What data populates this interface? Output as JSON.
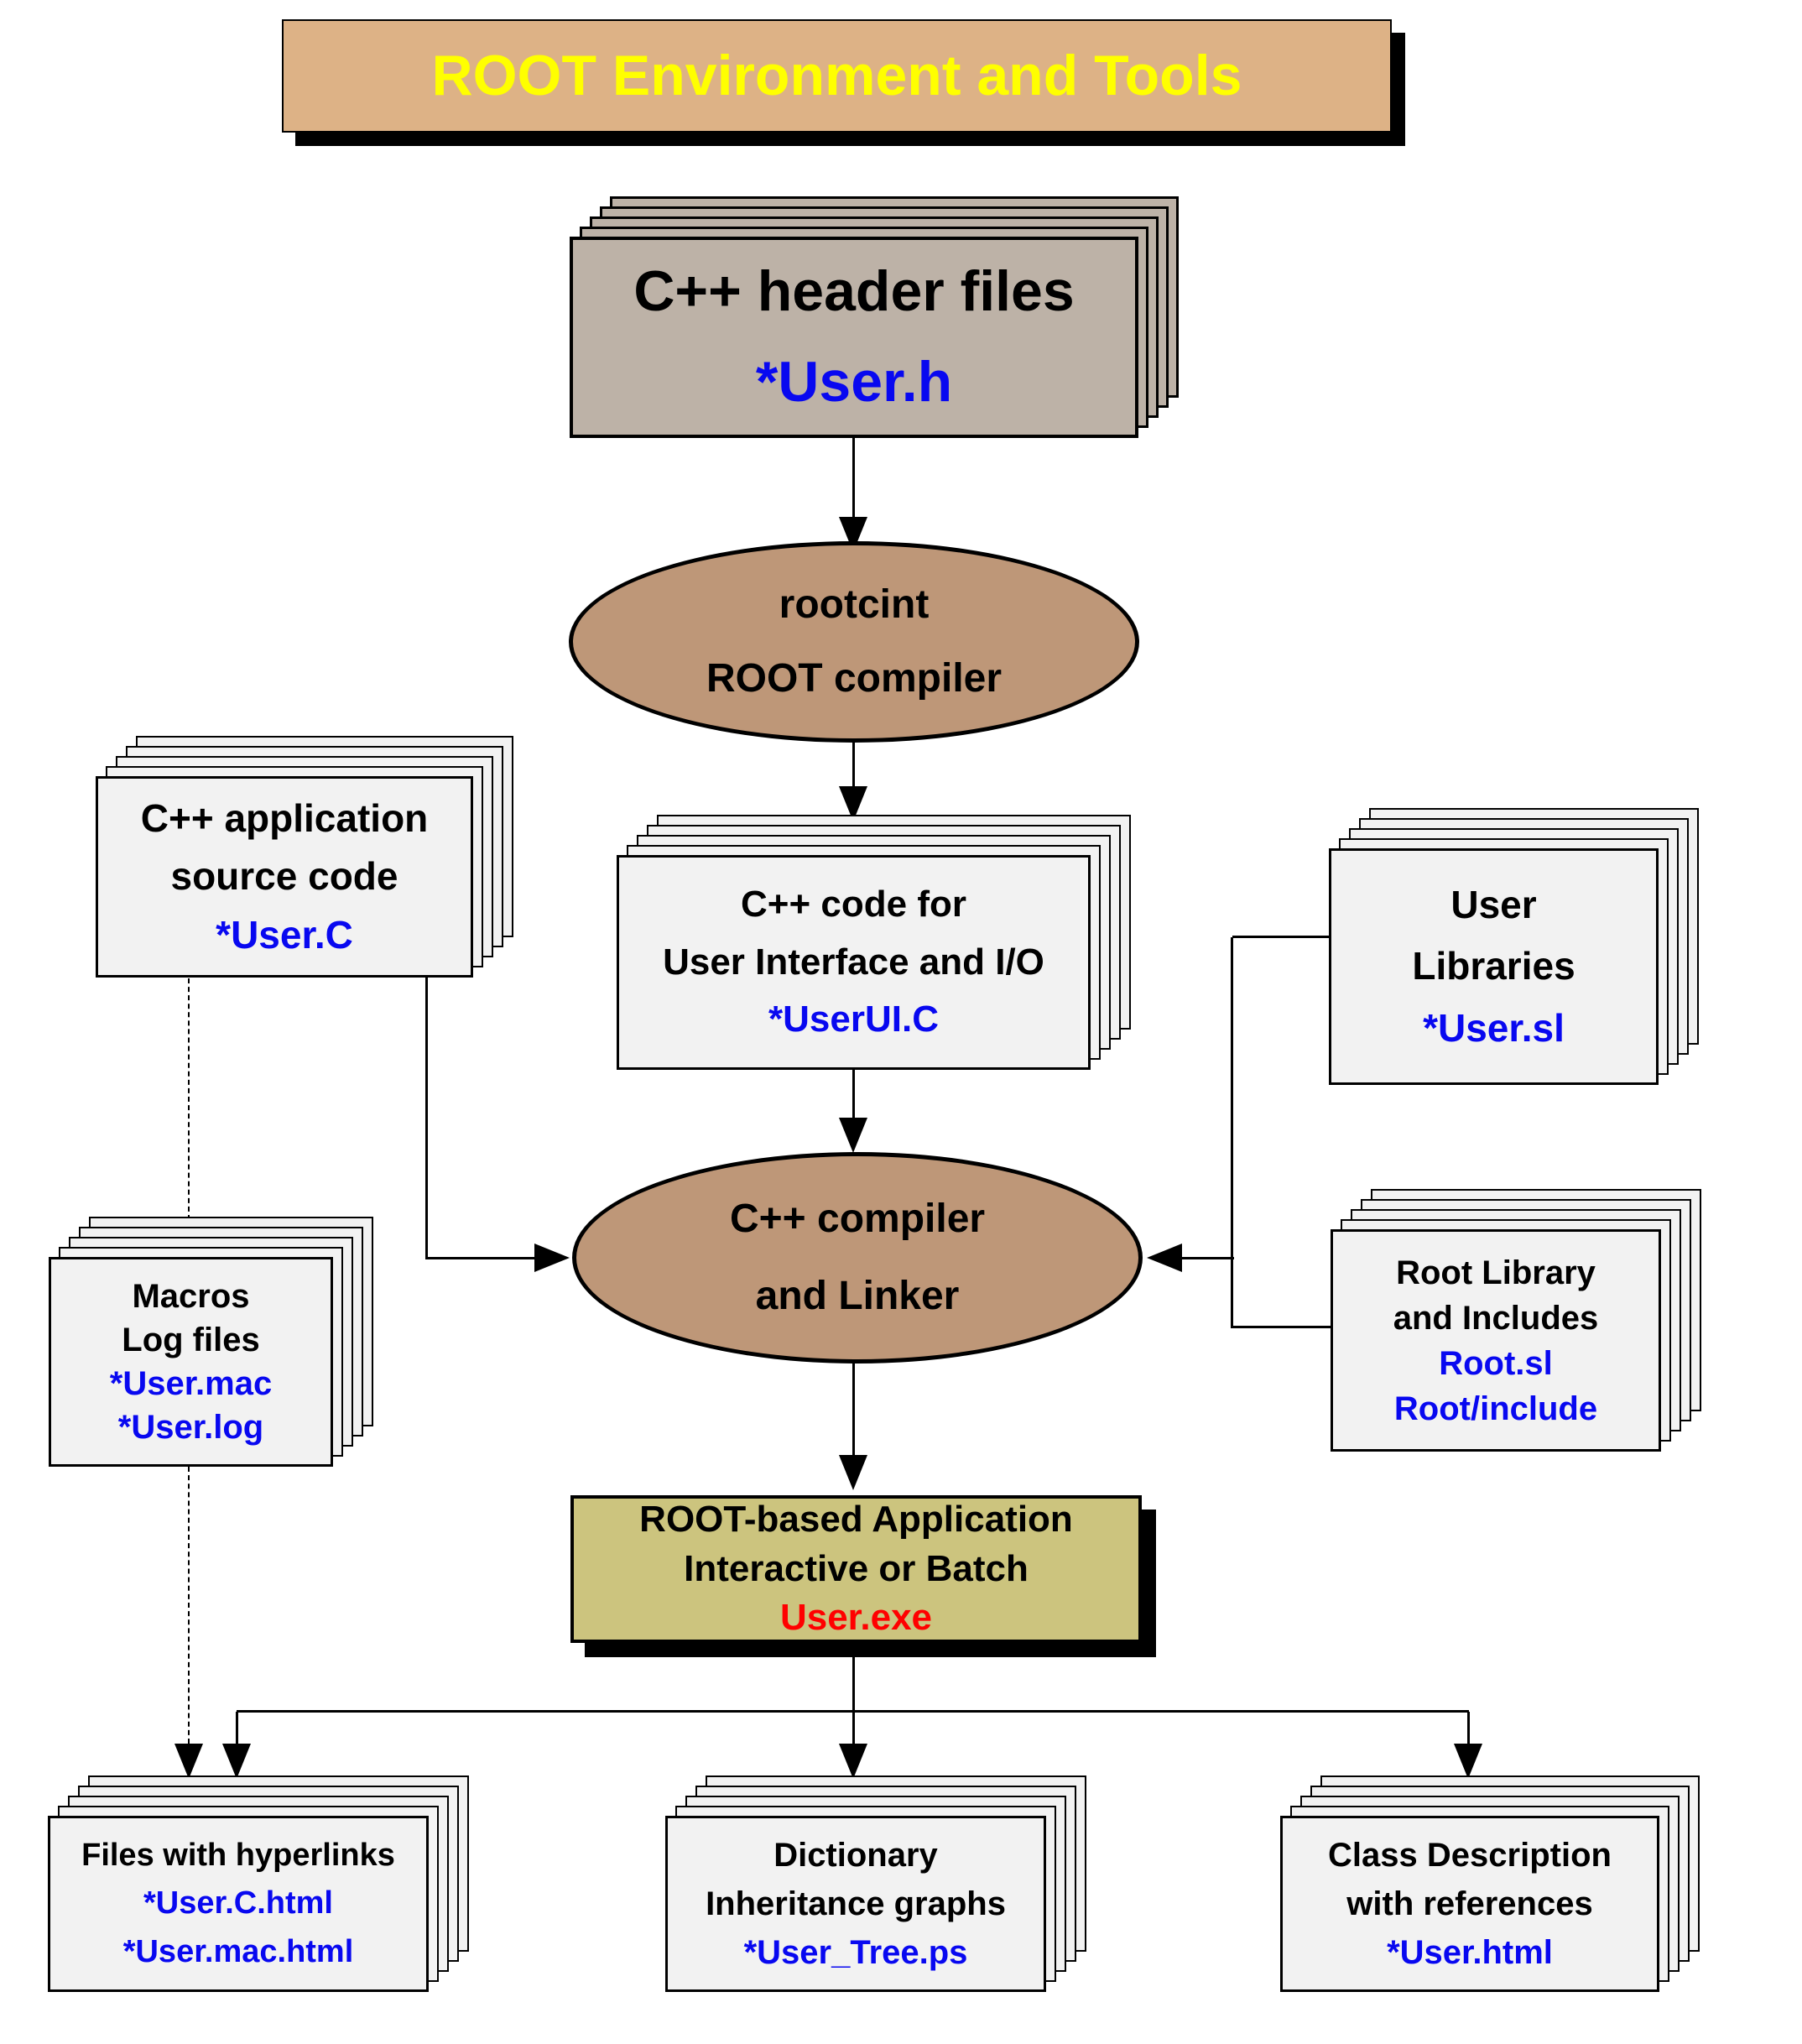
{
  "banner": {
    "title": "ROOT Environment and Tools"
  },
  "colors": {
    "banner_fill": "#DDB286",
    "banner_text": "#FFFF00",
    "header_box_fill": "#BDB2A7",
    "ellipse_fill": "#BE9778",
    "paper_box_fill": "#F2F2F2",
    "application_fill": "#CCC47E",
    "filename_blue": "#0808F0",
    "exe_red": "#FF0000",
    "line_black": "#000000"
  },
  "nodes": {
    "header_files": {
      "title": "C++ header files",
      "file": "*User.h"
    },
    "rootcint": {
      "line1": "rootcint",
      "line2": "ROOT compiler"
    },
    "app_source": {
      "line1": "C++ application",
      "line2": "source code",
      "file": "*User.C"
    },
    "ui_code": {
      "line1": "C++ code for",
      "line2": "User Interface and I/O",
      "file": "*UserUI.C"
    },
    "user_libraries": {
      "line1": "User",
      "line2": "Libraries",
      "file": "*User.sl"
    },
    "cpp_compiler": {
      "line1": "C++ compiler",
      "line2": "and Linker"
    },
    "root_library": {
      "line1": "Root Library",
      "line2": "and Includes",
      "file1": "Root.sl",
      "file2": "Root/include"
    },
    "macros": {
      "line1": "Macros",
      "line2": "Log files",
      "file1": "*User.mac",
      "file2": "*User.log"
    },
    "application": {
      "line1": "ROOT-based Application",
      "line2": "Interactive or Batch",
      "file": "User.exe"
    },
    "hyperlink_files": {
      "line1": "Files with hyperlinks",
      "file1": "*User.C.html",
      "file2": "*User.mac.html"
    },
    "dictionary": {
      "line1": "Dictionary",
      "line2": "Inheritance graphs",
      "file": "*User_Tree.ps"
    },
    "class_description": {
      "line1": "Class Description",
      "line2": "with references",
      "file": "*User.html"
    }
  }
}
